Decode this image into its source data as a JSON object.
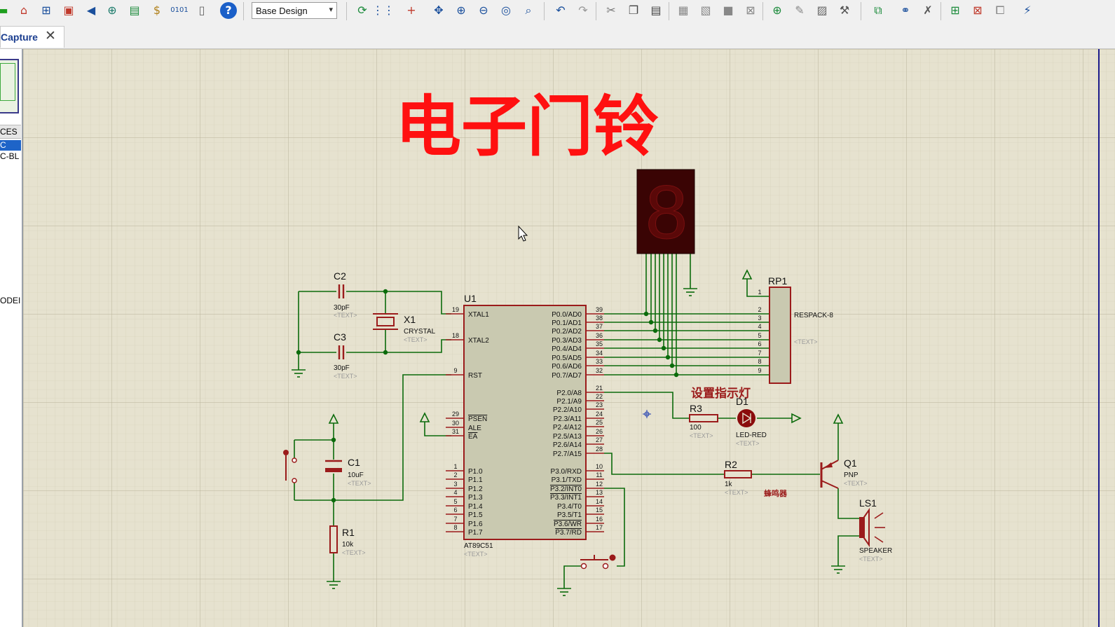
{
  "app": {
    "design_selector": "Base Design",
    "tab_label": "Capture",
    "tab_close": "✕"
  },
  "toolbar_icons": [
    "new-icon",
    "home-icon",
    "component-icon",
    "chip-icon",
    "back-icon",
    "zoom-search-icon",
    "netlist-icon",
    "dollar-icon",
    "binary-icon",
    "document-icon",
    "help-icon",
    "refresh-icon",
    "grid-icon",
    "origin-icon",
    "pan-icon",
    "zoom-in-icon",
    "zoom-out-icon",
    "zoom-all-icon",
    "zoom-area-icon",
    "undo-icon",
    "redo-icon",
    "cut-icon",
    "copy-icon",
    "paste-icon",
    "block-copy-icon",
    "block-move-icon",
    "block-rotate-icon",
    "block-delete-icon",
    "pick-device-icon",
    "make-device-icon",
    "packaging-icon",
    "decompose-icon",
    "wire-autorouter-icon",
    "search-tag-icon",
    "property-tool-icon",
    "new-sheet-icon",
    "remove-sheet-icon",
    "goto-sheet-icon",
    "design-explorer-icon"
  ],
  "sidebar": {
    "header": "CES",
    "devices": [
      "C",
      "C-BL"
    ],
    "selected_index": 0,
    "mode_text": "ODEI"
  },
  "schematic": {
    "title": "电子门铃",
    "led_label": "设置指示灯",
    "buzzer_label": "蜂鸣器",
    "chip": {
      "ref": "U1",
      "part": "AT89C51",
      "text": "<TEXT>",
      "left_pins": [
        {
          "num": "19",
          "name": "XTAL1"
        },
        {
          "num": "18",
          "name": "XTAL2"
        },
        {
          "num": "9",
          "name": "RST"
        },
        {
          "num": "29",
          "name": "PSEN"
        },
        {
          "num": "30",
          "name": "ALE"
        },
        {
          "num": "31",
          "name": "EA"
        },
        {
          "num": "1",
          "name": "P1.0"
        },
        {
          "num": "2",
          "name": "P1.1"
        },
        {
          "num": "3",
          "name": "P1.2"
        },
        {
          "num": "4",
          "name": "P1.3"
        },
        {
          "num": "5",
          "name": "P1.4"
        },
        {
          "num": "6",
          "name": "P1.5"
        },
        {
          "num": "7",
          "name": "P1.6"
        },
        {
          "num": "8",
          "name": "P1.7"
        }
      ],
      "right_pins": [
        {
          "num": "39",
          "name": "P0.0/AD0"
        },
        {
          "num": "38",
          "name": "P0.1/AD1"
        },
        {
          "num": "37",
          "name": "P0.2/AD2"
        },
        {
          "num": "36",
          "name": "P0.3/AD3"
        },
        {
          "num": "35",
          "name": "P0.4/AD4"
        },
        {
          "num": "34",
          "name": "P0.5/AD5"
        },
        {
          "num": "33",
          "name": "P0.6/AD6"
        },
        {
          "num": "32",
          "name": "P0.7/AD7"
        },
        {
          "num": "21",
          "name": "P2.0/A8"
        },
        {
          "num": "22",
          "name": "P2.1/A9"
        },
        {
          "num": "23",
          "name": "P2.2/A10"
        },
        {
          "num": "24",
          "name": "P2.3/A11"
        },
        {
          "num": "25",
          "name": "P2.4/A12"
        },
        {
          "num": "26",
          "name": "P2.5/A13"
        },
        {
          "num": "27",
          "name": "P2.6/A14"
        },
        {
          "num": "28",
          "name": "P2.7/A15"
        },
        {
          "num": "10",
          "name": "P3.0/RXD"
        },
        {
          "num": "11",
          "name": "P3.1/TXD"
        },
        {
          "num": "12",
          "name": "P3.2/INT0"
        },
        {
          "num": "13",
          "name": "P3.3/INT1"
        },
        {
          "num": "14",
          "name": "P3.4/T0"
        },
        {
          "num": "15",
          "name": "P3.5/T1"
        },
        {
          "num": "16",
          "name": "P3.6/WR"
        },
        {
          "num": "17",
          "name": "P3.7/RD"
        }
      ]
    },
    "c2": {
      "ref": "C2",
      "value": "30pF",
      "text": "<TEXT>"
    },
    "c3": {
      "ref": "C3",
      "value": "30pF",
      "text": "<TEXT>"
    },
    "x1": {
      "ref": "X1",
      "value": "CRYSTAL",
      "text": "<TEXT>"
    },
    "c1": {
      "ref": "C1",
      "value": "10uF",
      "text": "<TEXT>"
    },
    "r1": {
      "ref": "R1",
      "value": "10k",
      "text": "<TEXT>"
    },
    "rp1": {
      "ref": "RP1",
      "value": "RESPACK-8",
      "text": "<TEXT>",
      "pins": [
        "1",
        "2",
        "3",
        "4",
        "5",
        "6",
        "7",
        "8",
        "9"
      ]
    },
    "r3": {
      "ref": "R3",
      "value": "100",
      "text": "<TEXT>"
    },
    "d1": {
      "ref": "D1",
      "value": "LED-RED",
      "text": "<TEXT>"
    },
    "r2": {
      "ref": "R2",
      "value": "1k",
      "text": "<TEXT>"
    },
    "q1": {
      "ref": "Q1",
      "value": "PNP",
      "text": "<TEXT>"
    },
    "ls1": {
      "ref": "LS1",
      "value": "SPEAKER",
      "text": "<TEXT>"
    },
    "seven_seg_digit": "8"
  },
  "colors": {
    "wire": "#0b6b0b",
    "component": "#9b1b1b",
    "chip_fill": "#c9c9b0",
    "grid_bg": "#e6e2cf",
    "title": "#ff1010",
    "sidebar_selected": "#1e64c8"
  }
}
